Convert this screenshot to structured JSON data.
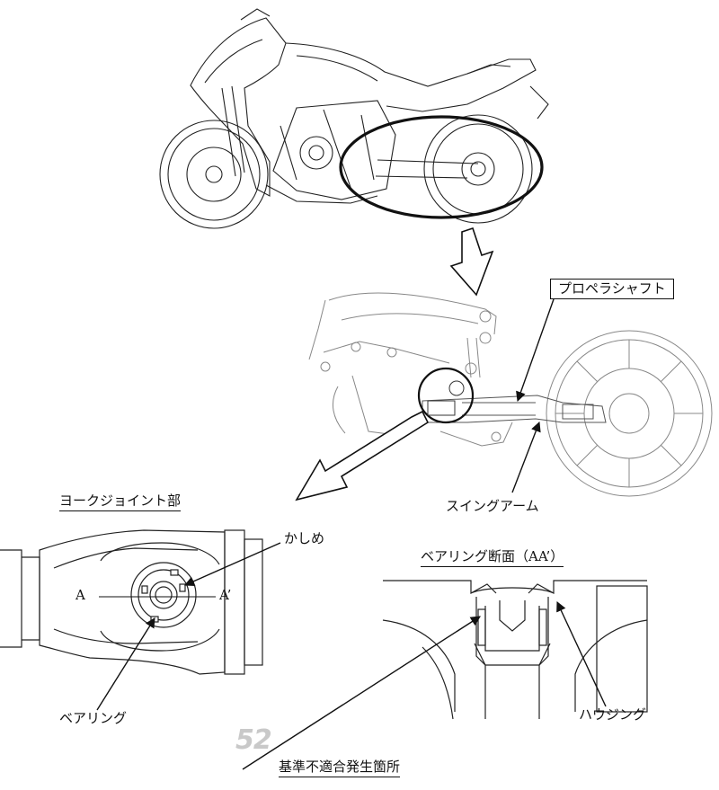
{
  "labels": {
    "propeller_shaft": "プロペラシャフト",
    "swing_arm": "スイングアーム",
    "yoke_joint_section": "ヨークジョイント部",
    "caulking": "かしめ",
    "section_a": "A",
    "section_a_prime": "A’",
    "bearing": "ベアリング",
    "bearing_cross_section": "ベアリング断面（AA’）",
    "housing": "ハウジング",
    "nonconformity_location": "基準不適合発生箇所"
  },
  "watermark": {
    "text": "52"
  },
  "colors": {
    "line": "#111111",
    "light_line": "#888888",
    "watermark": "#c9c9c9"
  }
}
